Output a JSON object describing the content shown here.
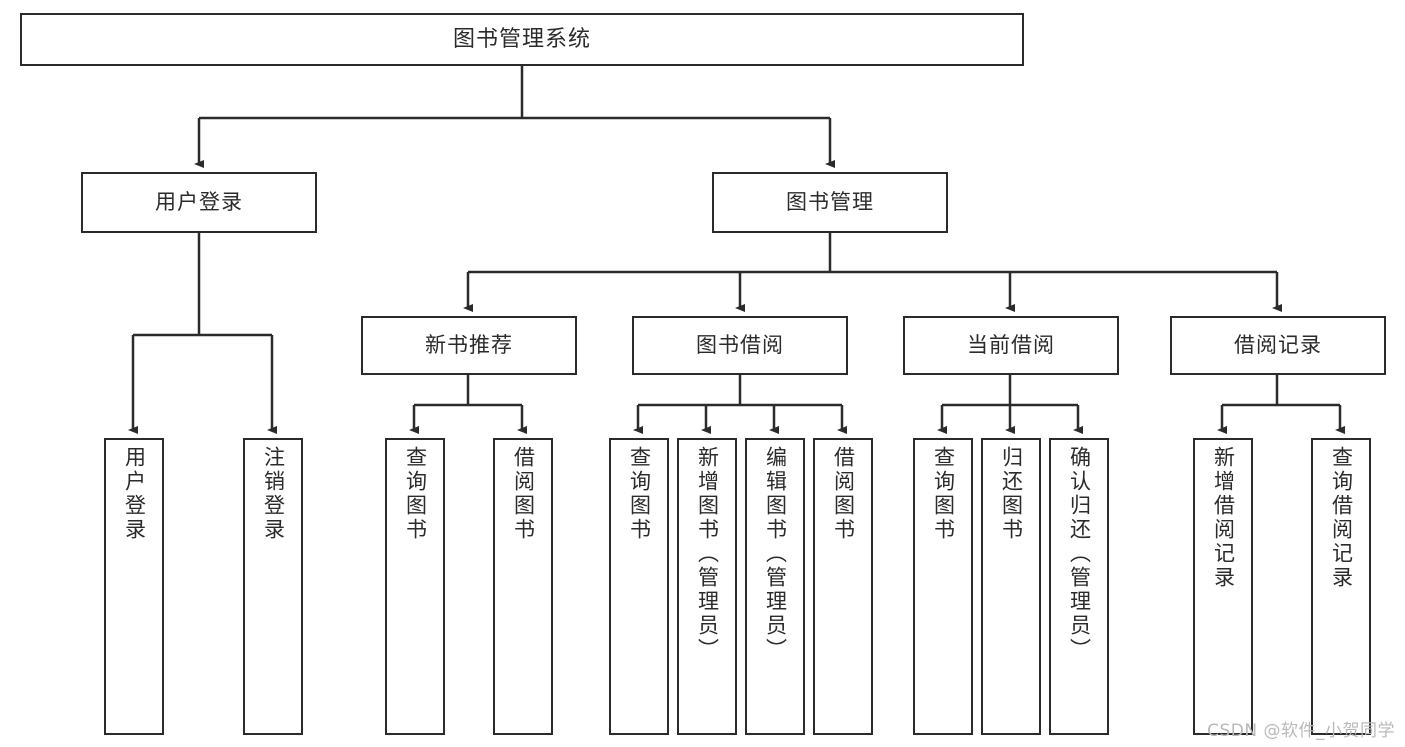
{
  "diagram": {
    "title": "图书管理系统",
    "type": "tree-hierarchy-chart",
    "colors": {
      "box_border": "#2b2b2b",
      "box_fill": "#ffffff",
      "connector": "#2b2b2b",
      "text": "#2b2b2b",
      "watermark": "#b9b9b9",
      "background": "#ffffff"
    },
    "root": {
      "label": "图书管理系统"
    },
    "level2": [
      {
        "label": "用户登录"
      },
      {
        "label": "图书管理"
      }
    ],
    "level3": [
      {
        "label": "新书推荐"
      },
      {
        "label": "图书借阅"
      },
      {
        "label": "当前借阅"
      },
      {
        "label": "借阅记录"
      }
    ],
    "leaves": {
      "user_login": [
        {
          "label": "用户登录"
        },
        {
          "label": "注销登录"
        }
      ],
      "new_book_recommend": [
        {
          "label": "查询图书"
        },
        {
          "label": "借阅图书"
        }
      ],
      "book_borrow": [
        {
          "label": "查询图书"
        },
        {
          "label": "新增图书（管理员）"
        },
        {
          "label": "编辑图书（管理员）"
        },
        {
          "label": "借阅图书"
        }
      ],
      "current_borrow": [
        {
          "label": "查询图书"
        },
        {
          "label": "归还图书"
        },
        {
          "label": "确认归还（管理员）"
        }
      ],
      "borrow_record": [
        {
          "label": "新增借阅记录"
        },
        {
          "label": "查询借阅记录"
        }
      ]
    }
  },
  "watermark": {
    "text": "CSDN @软件_小贺同学"
  }
}
